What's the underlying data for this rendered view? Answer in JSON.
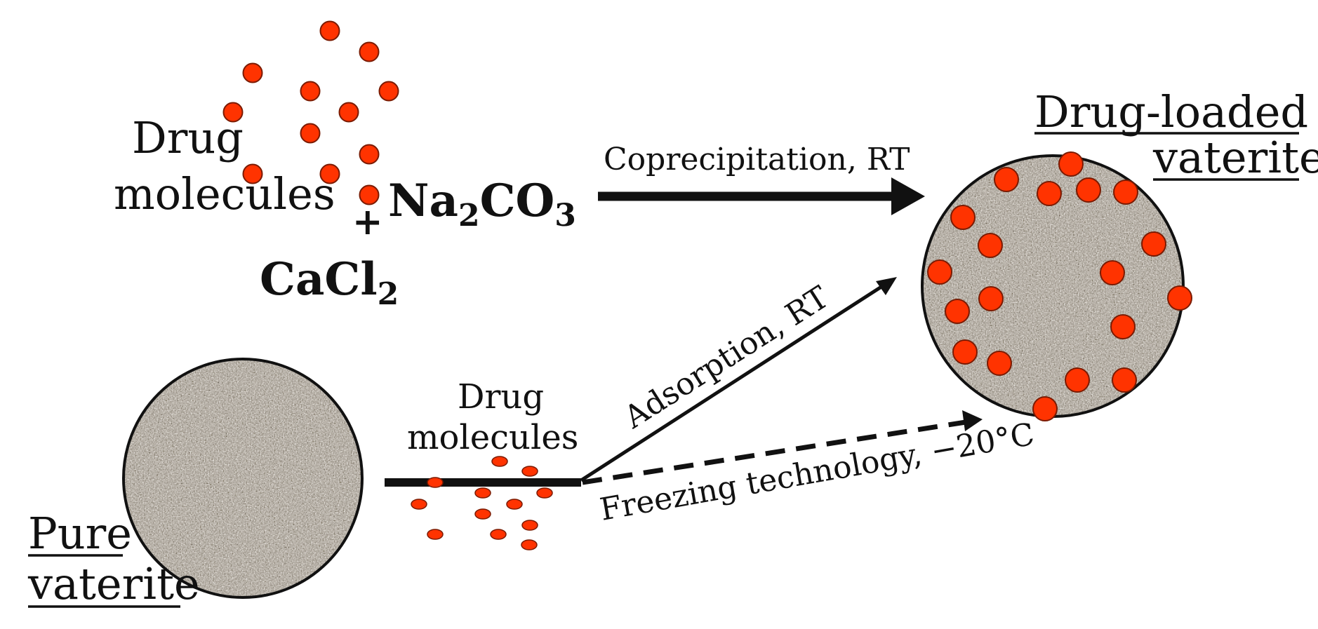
{
  "colors": {
    "drug": "#ff3300",
    "drug_stroke": "#7a1a00",
    "particle_base": "#a39a90",
    "outline": "#111111"
  },
  "labels": {
    "drug_molecules_top_line1": "Drug",
    "drug_molecules_top_line2": "molecules",
    "na2co3_main": "Na",
    "na2co3_sub1": "2",
    "na2co3_mid": "CO",
    "na2co3_sub2": "3",
    "plus": "+",
    "cacl2_main": "CaCl",
    "cacl2_sub": "2",
    "coprecipitation": "Coprecipitation, RT",
    "drug_loaded_line1": "Drug-loaded",
    "drug_loaded_line2": "vaterite",
    "adsorption": "Adsorption, RT",
    "freezing": "Freezing technology, −20°C",
    "drug_molecules_bottom_line1": "Drug",
    "drug_molecules_bottom_line2": "molecules",
    "pure_line1": "Pure",
    "pure_line2": "vaterite"
  }
}
